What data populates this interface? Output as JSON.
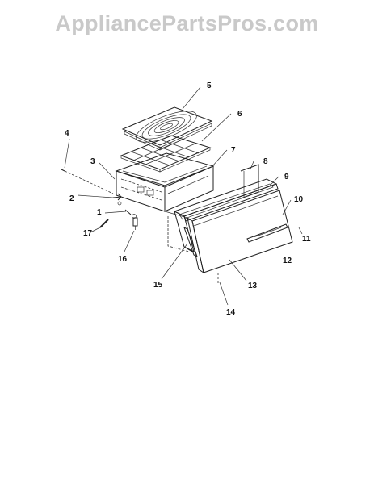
{
  "watermark": "AppliancePartsPros.com",
  "colors": {
    "line": "#222222",
    "watermark": "#c9c9c9",
    "background": "#ffffff"
  },
  "callouts": {
    "p1": "1",
    "p2": "2",
    "p3": "3",
    "p4": "4",
    "p5": "5",
    "p6": "6",
    "p7": "7",
    "p8": "8",
    "p9": "9",
    "p10": "10",
    "p11": "11",
    "p12": "12",
    "p13": "13",
    "p14": "14",
    "p15": "15",
    "p16": "16",
    "p17": "17"
  }
}
